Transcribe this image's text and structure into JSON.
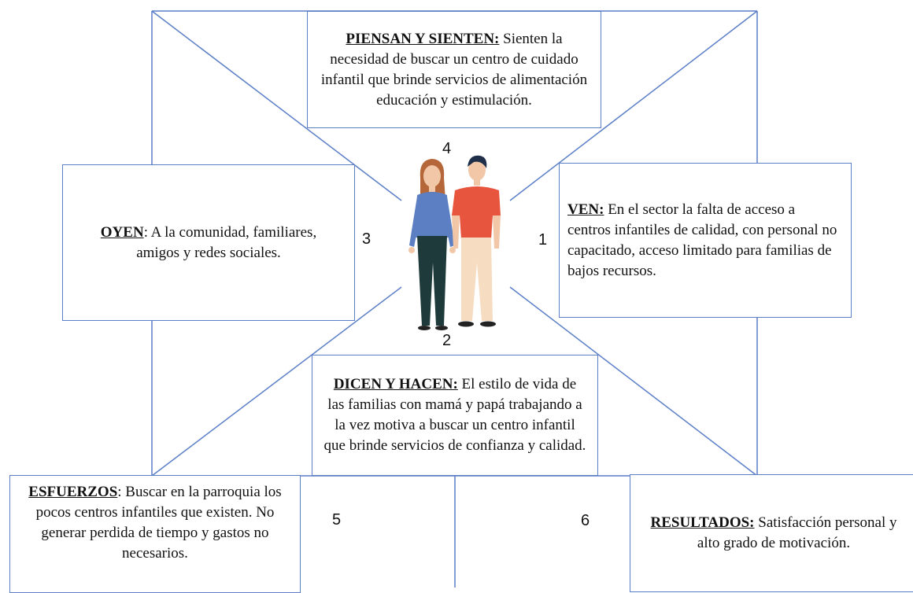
{
  "colors": {
    "line": "#5b7fc7",
    "text": "#111111",
    "background": "#ffffff"
  },
  "numbers": [
    "4",
    "3",
    "1",
    "2",
    "5",
    "6"
  ],
  "boxes": {
    "piensan": {
      "heading": "PIENSAN Y SIENTEN:",
      "text": " Sienten la necesidad de buscar un centro de cuidado infantil que brinde servicios de alimentación educación y estimulación."
    },
    "oyen": {
      "heading": "OYEN",
      "text": ": A la comunidad, familiares, amigos y redes sociales."
    },
    "ven": {
      "heading": "VEN:",
      "text": " En el sector la falta de acceso a centros infantiles de calidad, con personal no capacitado, acceso limitado para familias de bajos recursos."
    },
    "dicen": {
      "heading": "DICEN Y HACEN:",
      "text": " El estilo de vida de las familias con mamá y papá trabajando a la vez  motiva a buscar un centro infantil que brinde servicios de confianza y calidad."
    },
    "esfuerzos": {
      "heading": "ESFUERZOS",
      "text": ": Buscar en la parroquia los  pocos centros infantiles que existen. No generar perdida de tiempo y gastos no necesarios."
    },
    "resultados": {
      "heading": "RESULTADOS:",
      "text": " Satisfacción personal y alto grado de motivación."
    }
  },
  "icons": {
    "figure": "couple-illustration-icon"
  }
}
